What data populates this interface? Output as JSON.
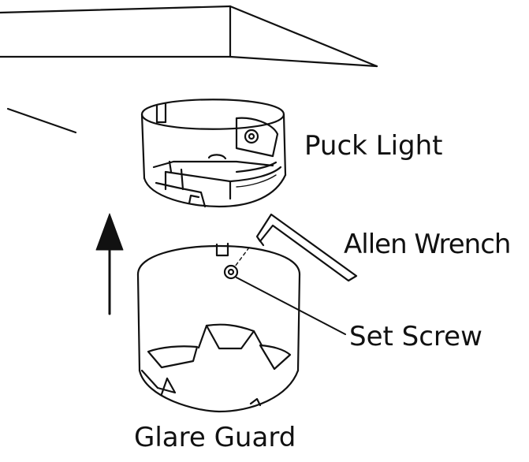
{
  "labels": {
    "puck_light": "Puck Light",
    "allen_wrench": "Allen Wrench",
    "set_screw": "Set Screw",
    "glare_guard": "Glare Guard"
  },
  "colors": {
    "line": "#111111",
    "background": "#ffffff"
  }
}
